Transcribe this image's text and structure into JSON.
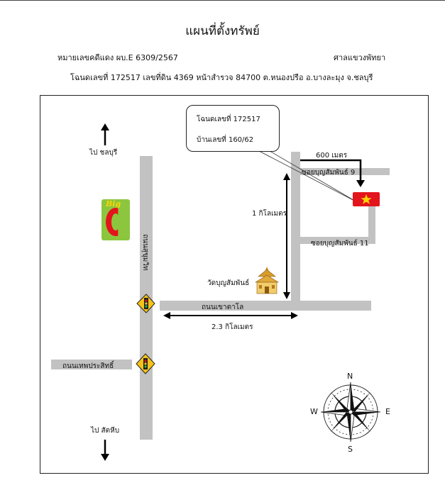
{
  "document": {
    "title": "แผนที่ตั้งทรัพย์",
    "case_line": "หมายเลขคดีแดง   ผบ.E 6309/2567",
    "court": "ศาลแขวงพัทยา",
    "deed_line": "โฉนดเลขที่  172517  เลขที่ดิน  4369  หน้าสำรวจ  84700   ต.หนองปรือ   อ.บางละมุง   จ.ชลบุรี"
  },
  "map": {
    "callout": {
      "deed": "โฉนดเลขที่  172517",
      "house": "บ้านเลขที่ 160/62"
    },
    "labels": {
      "to_chonburi": "ไป ชลบุรี",
      "to_sattahip": "ไป สัตหีบ",
      "sukhumvit_road": "ถนนสุขุมวิท",
      "khao_talo_road": "ถนนเขาตาโล",
      "thepprasit_road": "ถนนเทพประสิทธิ์",
      "soi_9": "ซอยบุญสัมพันธ์ 9",
      "soi_11": "ซอยบุญสัมพันธ์ 11",
      "temple": "วัดบุญสัมพันธ์",
      "big_c": "Big"
    },
    "distances": {
      "d_600": "600 เมตร",
      "d_1km": "1 กิโลเมตร",
      "d_23km": "2.3 กิโลเมตร"
    },
    "compass": {
      "n": "N",
      "s": "S",
      "e": "E",
      "w": "W"
    },
    "colors": {
      "road": "#c2c2c2",
      "flag_red": "#e3141b",
      "flag_star": "#ffd400",
      "bigc_green": "#8cc63e",
      "signal_yellow": "#f4c21a"
    },
    "icons": [
      "up-arrow-icon",
      "down-arrow-icon",
      "traffic-light-icon",
      "temple-icon",
      "vietnam-flag-icon",
      "compass-rose-icon",
      "big-c-logo"
    ]
  }
}
